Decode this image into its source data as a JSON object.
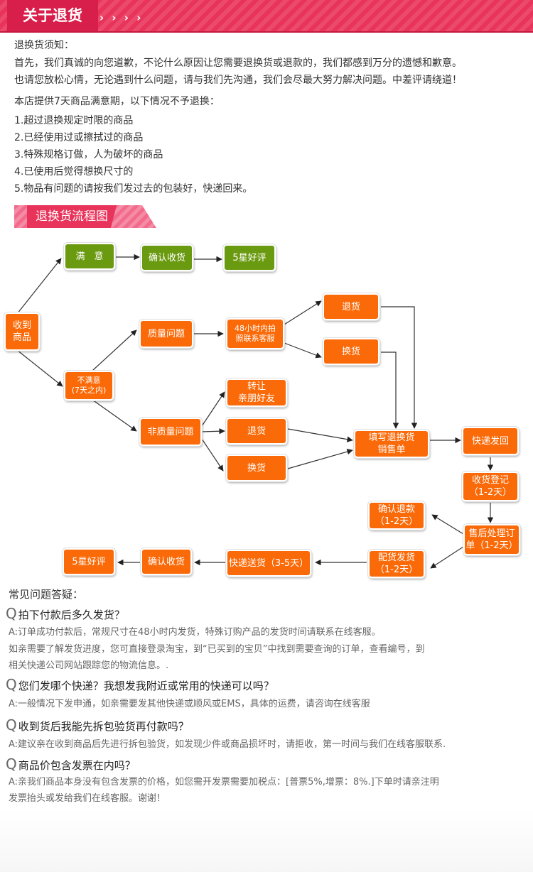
{
  "header": {
    "title": "关于退货",
    "arrows": "› › › ›"
  },
  "notice": {
    "title": "退换货须知：",
    "lines": [
      "首先，我们真诚的向您道歉，不论什么原因让您需要退换货或退款的，我们都感到万分的遗憾和歉意。",
      "也请您放松心情，无论遇到什么问题，请与我们先沟通，我们会尽最大努力解决问题。中差评请绕道！"
    ]
  },
  "policy": {
    "intro": "本店提供7天商品满意期，以下情况不予退换：",
    "items": [
      "1.超过退换规定时限的商品",
      "2.已经使用过或擦拭过的商品",
      "3.特殊规格订做，人为破坏的商品",
      "4.已使用后觉得想换尺寸的",
      "5.物品有问题的请按我们发过去的包装好，快递回来。"
    ]
  },
  "flow": {
    "title": "退换货流程图",
    "nodes": {
      "receive": "收到\n商品",
      "satisfied": "满　意",
      "confirm1": "确认收货",
      "star1": "5星好评",
      "unsatisfied": "不满意\n(7天之内)",
      "quality": "质量问题",
      "photo": "48小时内拍\n照联系客服",
      "return1": "退货",
      "exchange1": "换货",
      "nonquality": "非质量问题",
      "transfer": "转让\n亲朋好友",
      "return2": "退货",
      "exchange2": "换货",
      "fillform": "填写退换货\n销售单",
      "expressback": "快递发回",
      "register": "收货登记\n（1-2天）",
      "aftersale": "售后处理订\n单（1-2天）",
      "refund": "确认退款\n（1-2天）",
      "ship": "配货发货\n（1-2天）",
      "delivery": "快递送货（3-5天）",
      "confirm2": "确认收货",
      "star2": "5星好评"
    },
    "colors": {
      "orange": "#fb6a08",
      "green": "#6a9a10"
    }
  },
  "faq": {
    "title": "常见问题答疑：",
    "items": [
      {
        "q": "拍下付款后多久发货？",
        "a": [
          "A:订单成功付款后，常规尺寸在48小时内发货，特殊订购产品的发货时间请联系在线客服。",
          "如亲需要了解发货进度，您可直接登录淘宝，到“已买到的宝贝”中找到需要查询的订单，查看编号，到",
          "相关快递公司网站跟踪您的物流信息。."
        ]
      },
      {
        "q": "您们发哪个快递？我想发我附近或常用的快递可以吗？",
        "a": [
          "A:一般情况下发申通，如亲需要发其他快递或顺风或EMS，具体的运费，请咨询在线客服"
        ]
      },
      {
        "q": "收到货后我能先拆包验货再付款吗？",
        "a": [
          "A:建议亲在收到商品后先进行拆包验货，如发现少件或商品损坏时，请拒收，第一时间与我们在线客服联系."
        ]
      },
      {
        "q": "商品价包含发票在内吗？",
        "a": [
          "A:亲我们商品本身没有包含发票的价格，如您需开发票需要加税点：[普票5%,增票：8%.]下单时请亲注明",
          "发票抬头或发给我们在线客服。谢谢！"
        ]
      }
    ]
  }
}
